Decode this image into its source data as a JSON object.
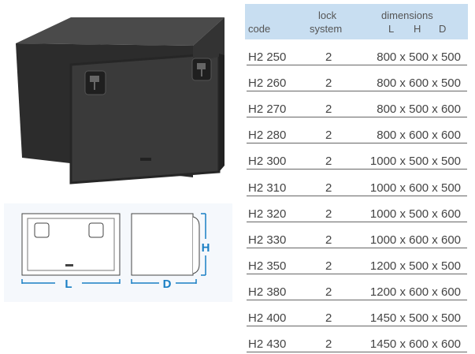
{
  "table": {
    "headers": {
      "code": "code",
      "lock_line1": "lock",
      "lock_line2": "system",
      "dimensions": "dimensions",
      "L": "L",
      "H": "H",
      "D": "D"
    },
    "rows": [
      {
        "code": "H2 250",
        "lock": "2",
        "dims": "800 x 500 x 500"
      },
      {
        "code": "H2 260",
        "lock": "2",
        "dims": "800 x 600 x 500"
      },
      {
        "code": "H2 270",
        "lock": "2",
        "dims": "800 x 500 x 600"
      },
      {
        "code": "H2 280",
        "lock": "2",
        "dims": "800 x 600 x 600"
      },
      {
        "code": "H2 300",
        "lock": "2",
        "dims": "1000 x 500 x 500"
      },
      {
        "code": "H2 310",
        "lock": "2",
        "dims": "1000 x 600 x 500"
      },
      {
        "code": "H2 320",
        "lock": "2",
        "dims": "1000 x 500 x 600"
      },
      {
        "code": "H2 330",
        "lock": "2",
        "dims": "1000 x 600 x 600"
      },
      {
        "code": "H2 350",
        "lock": "2",
        "dims": "1200 x 500 x 500"
      },
      {
        "code": "H2 380",
        "lock": "2",
        "dims": "1200 x 600 x 600"
      },
      {
        "code": "H2 400",
        "lock": "2",
        "dims": "1450 x 500 x 500"
      },
      {
        "code": "H2 430",
        "lock": "2",
        "dims": "1450 x 600 x 600"
      }
    ]
  },
  "diagram": {
    "L": "L",
    "D": "D",
    "H": "H",
    "accent": "#1a7fc4"
  }
}
